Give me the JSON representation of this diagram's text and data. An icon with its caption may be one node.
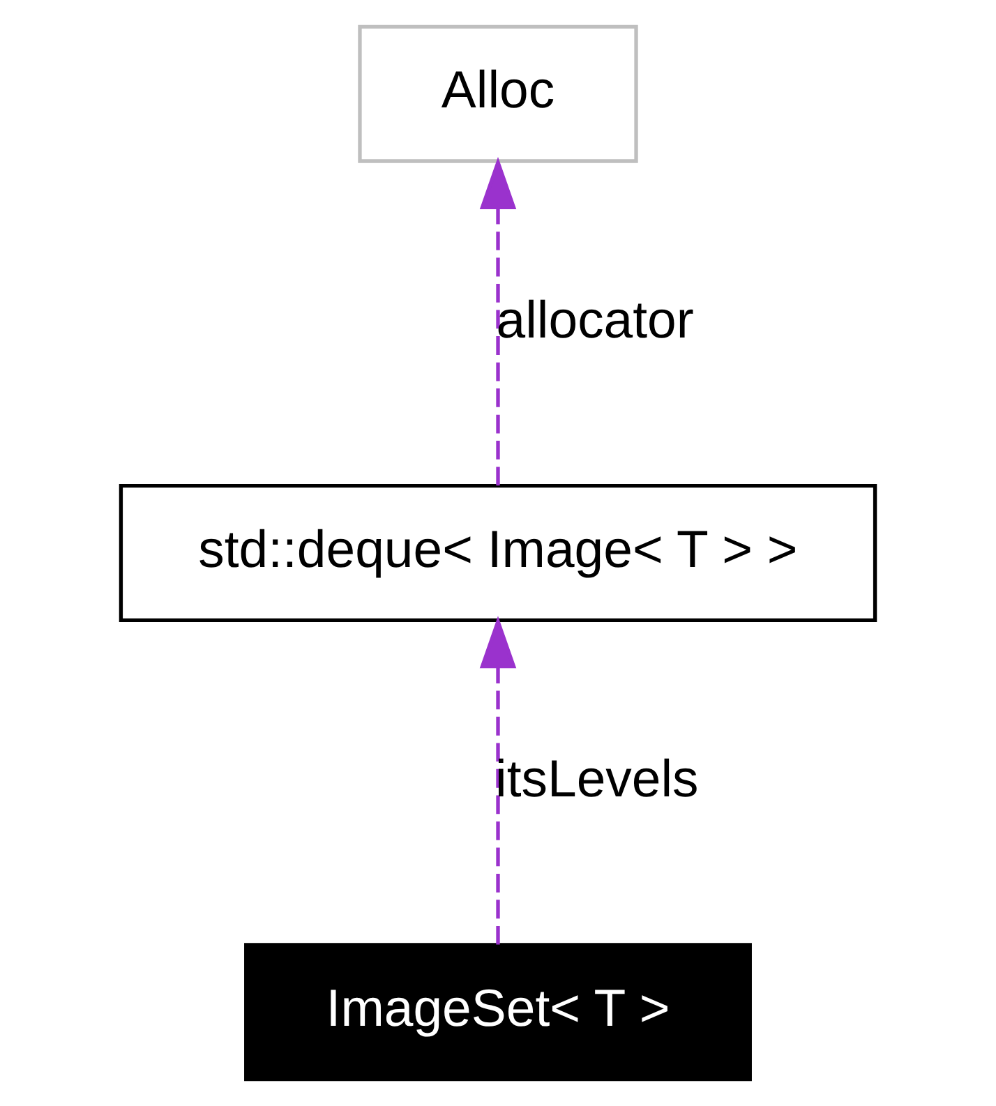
{
  "diagram": {
    "nodes": [
      {
        "text": [
          "Alloc"
        ]
      },
      {
        "text": [
          "std::deque< Image< T > >"
        ]
      },
      {
        "text": [
          "ImageSet< T >"
        ]
      }
    ],
    "edges": [
      {
        "from": 1,
        "to": 0,
        "arrow": "to",
        "label": "allocator",
        "style": "dashed",
        "color": "#9a32cd"
      },
      {
        "from": 2,
        "to": 1,
        "arrow": "to",
        "label": "itsLevels",
        "style": "dashed",
        "color": "#9a32cd"
      }
    ]
  }
}
